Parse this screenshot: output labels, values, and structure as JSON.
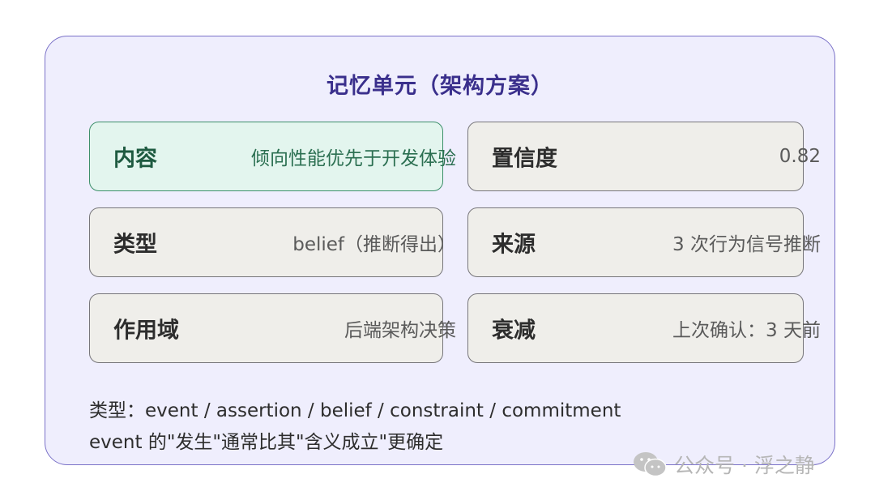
{
  "diagram": {
    "title": "记忆单元（架构方案）",
    "cards": [
      {
        "label": "内容",
        "value": "倾向性能优先于开发体验",
        "highlight": true
      },
      {
        "label": "置信度",
        "value": "0.82",
        "highlight": false
      },
      {
        "label": "类型",
        "value": "belief（推断得出）",
        "highlight": false
      },
      {
        "label": "来源",
        "value": "3 次行为信号推断",
        "highlight": false
      },
      {
        "label": "作用域",
        "value": "后端架构决策",
        "highlight": false
      },
      {
        "label": "衰减",
        "value": "上次确认：3 天前",
        "highlight": false
      }
    ],
    "footnote_lines": [
      "类型：event / assertion / belief / constraint / commitment",
      "event 的\"发生\"通常比其\"含义成立\"更确定"
    ]
  },
  "watermark": {
    "text": "公众号 · 浮之静",
    "icon": "wechat-icon"
  },
  "colors": {
    "panel_bg": "#efeefd",
    "panel_border": "#7b72c8",
    "title": "#3a2f8c",
    "card_bg": "#efeeea",
    "highlight_bg": "#e3f5ee",
    "highlight_border": "#3c8f6a",
    "highlight_text": "#2c7052"
  }
}
